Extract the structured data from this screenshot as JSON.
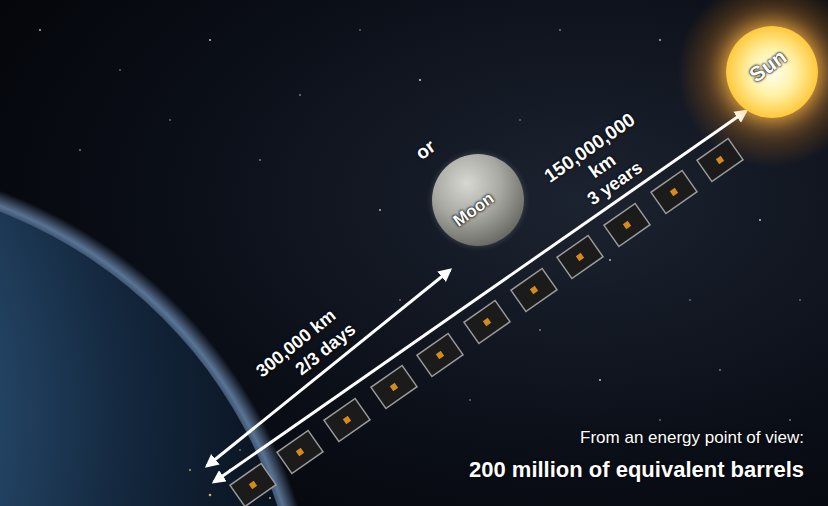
{
  "diagram": {
    "nodes": [
      {
        "text": [
          "Moon"
        ]
      },
      {
        "text": [
          "Sun"
        ]
      }
    ],
    "labels": [
      "300,000 km",
      "2/3 days",
      "or",
      "150,000,000 km",
      "3 years",
      "From an energy point of view:",
      "200 million of equivalent barrels"
    ]
  }
}
